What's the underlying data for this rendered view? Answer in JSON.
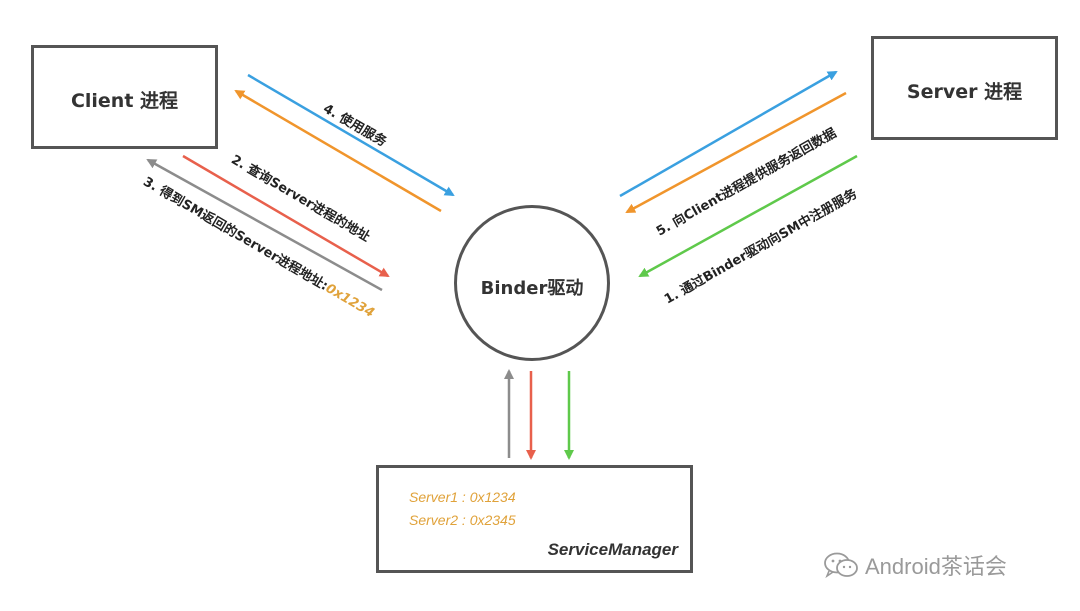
{
  "client": {
    "title": "Client 进程"
  },
  "server": {
    "title": "Server 进程"
  },
  "binder": {
    "label": "Binder驱动"
  },
  "service_manager": {
    "label": "ServiceManager",
    "entries": [
      "Server1 : 0x1234",
      "Server2 : 0x2345"
    ]
  },
  "steps": {
    "s1": {
      "text": "1. 通过Binder驱动向SM中注册服务",
      "color": "#5fc94b"
    },
    "s2": {
      "text": "2. 查询Server进程的地址",
      "color": "#e8604c"
    },
    "s3": {
      "text": "3. 得到SM返回的Server进程地址:",
      "address": "0x1234",
      "color": "#8c8c8c"
    },
    "s4": {
      "text": "4. 使用服务",
      "color": "#3aa0e0"
    },
    "s5": {
      "text": "5. 向Client进程提供服务返回数据",
      "color": "#f0952c"
    }
  },
  "watermark": {
    "text": "Android茶话会",
    "icon": "wechat-icon"
  }
}
